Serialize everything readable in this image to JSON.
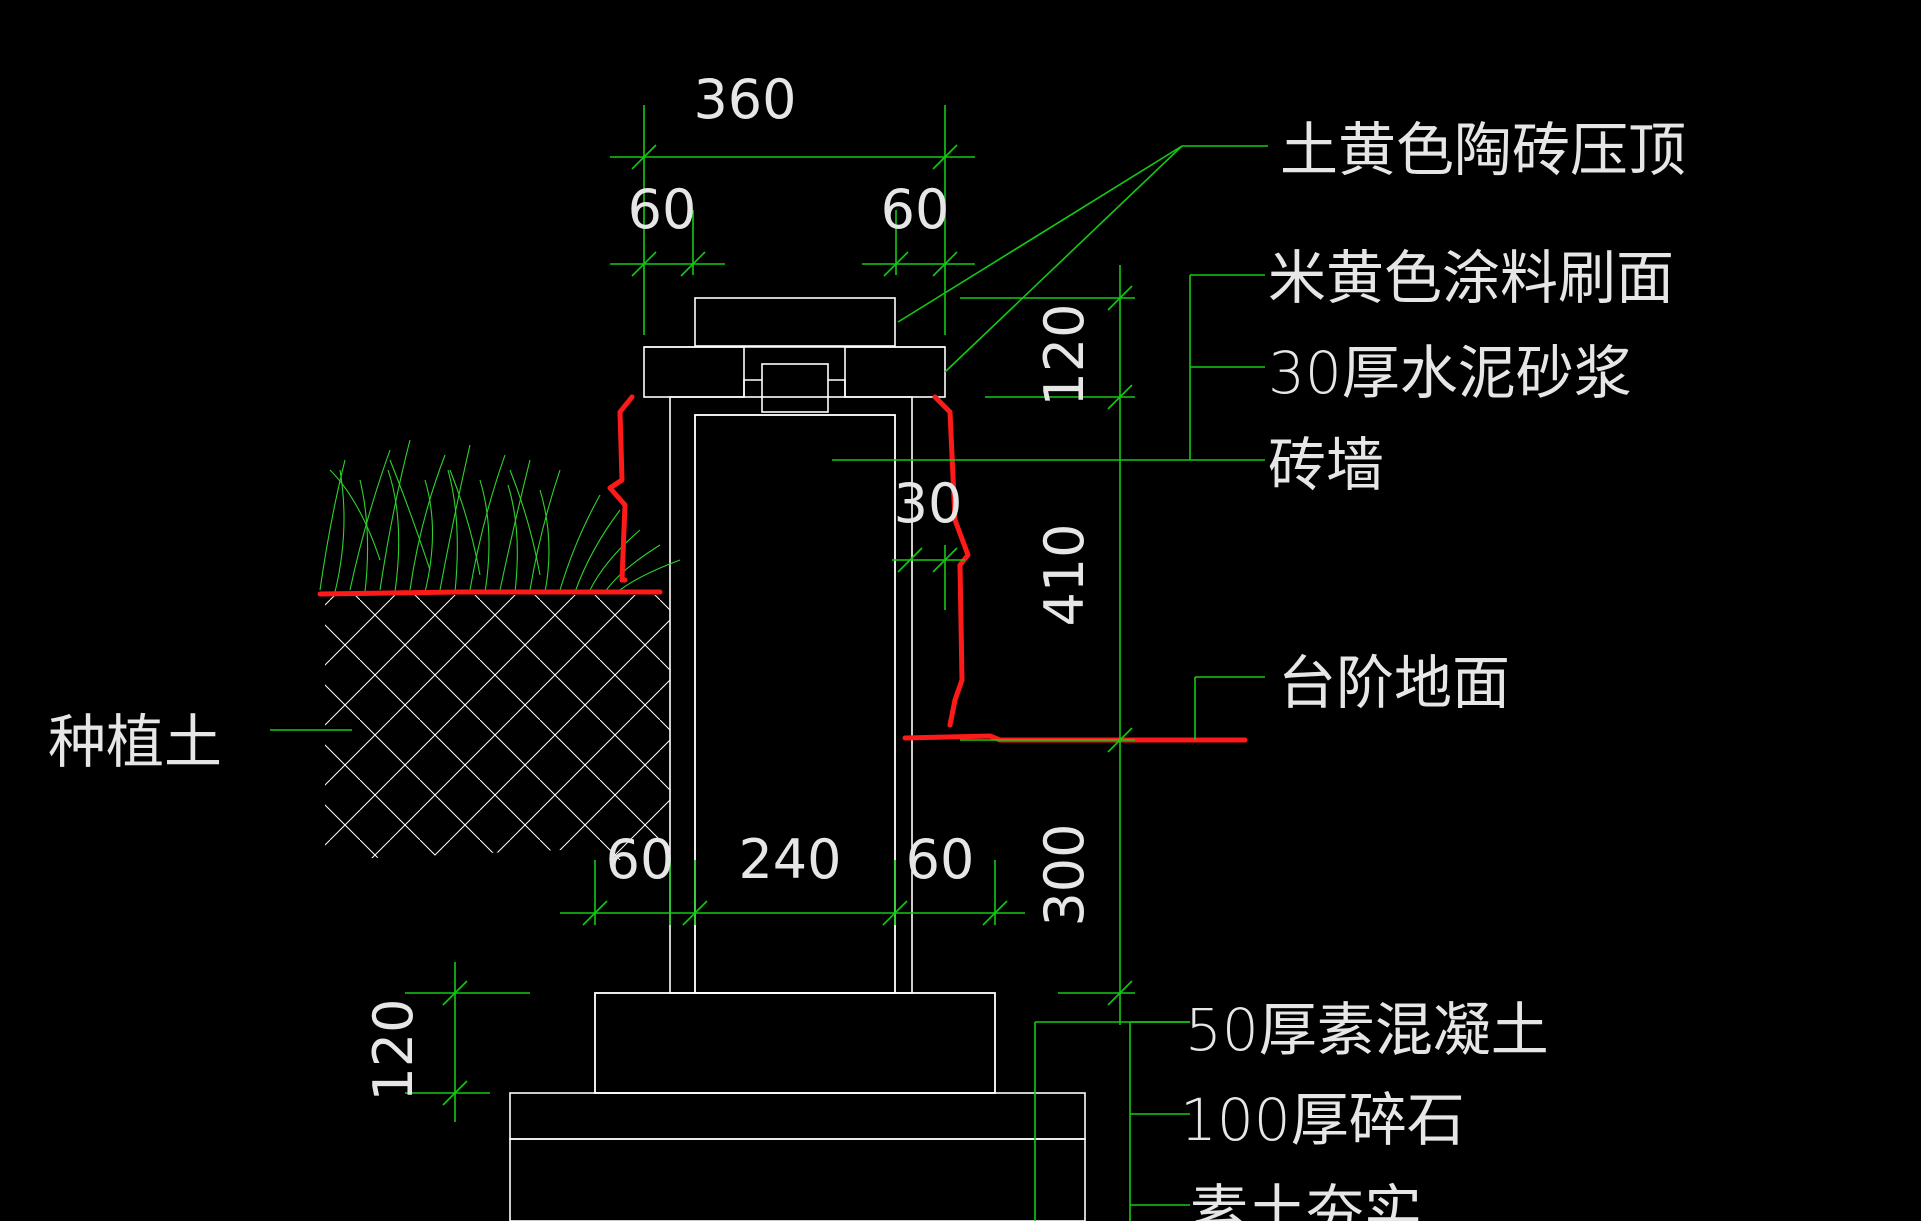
{
  "colors": {
    "background": "#000000",
    "dimension_lines": "#14c914",
    "outline": "#ffffff",
    "markup": "#ff1a1a",
    "text": "#e6e6e6"
  },
  "dimensions": {
    "top_width": "360",
    "top_left_overhang": "60",
    "top_right_overhang": "60",
    "coping_height": "120",
    "side_gap": "30",
    "wall_height": "410",
    "bottom_left": "60",
    "wall_thickness": "240",
    "bottom_right": "60",
    "footing_height": "300",
    "base_height": "120"
  },
  "labels": {
    "coping": "土黄色陶砖压顶",
    "paint": "米黄色涂料刷面",
    "mortar": "30厚水泥砂浆",
    "brick_wall": "砖墙",
    "step_floor": "台阶地面",
    "planting_soil": "种植土",
    "concrete": "50厚素混凝土",
    "gravel": "100厚碎石",
    "compacted_soil": "素土夯实"
  }
}
